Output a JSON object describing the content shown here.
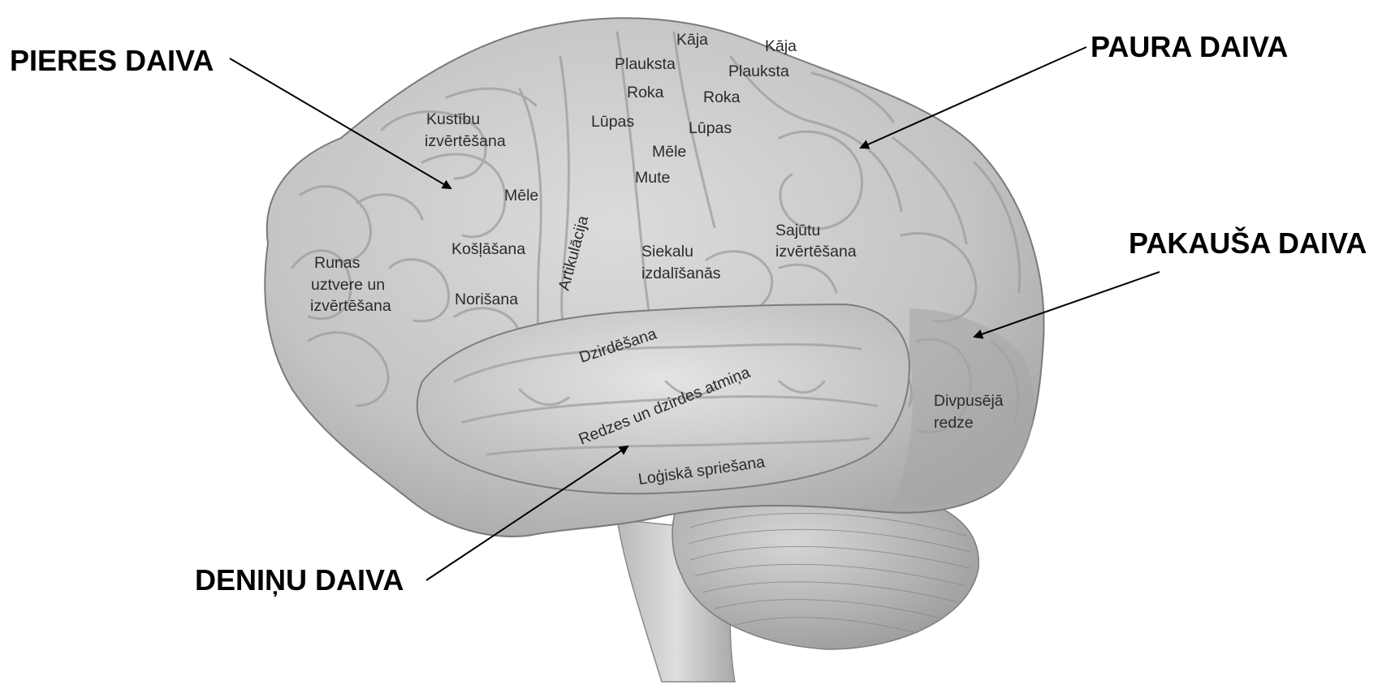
{
  "lobe_labels": {
    "frontal": "PIERES DAIVA",
    "parietal": "PAURA DAIVA",
    "occipital": "PAKAUŠA DAIVA",
    "temporal": "DENIŅU DAIVA"
  },
  "region_labels": {
    "kaja_motor": "Kāja",
    "kaja_sensory": "Kāja",
    "plauksta_motor": "Plauksta",
    "plauksta_sensory": "Plauksta",
    "roka_motor": "Roka",
    "roka_sensory": "Roka",
    "lupas_motor": "Lūpas",
    "lupas_sensory": "Lūpas",
    "mele_sensory": "Mēle",
    "mute": "Mute",
    "kustibu_1": "Kustību",
    "kustibu_2": "izvērtēšana",
    "mele_motor": "Mēle",
    "artikulacija": "Artikulācija",
    "kosljasana": "Košļāšana",
    "runas_1": "Runas",
    "runas_2": "uztvere un",
    "runas_3": "izvērtēšana",
    "norisana": "Norišana",
    "siekalu_1": "Siekalu",
    "siekalu_2": "izdalīšanās",
    "sajutu_1": "Sajūtu",
    "sajutu_2": "izvērtēšana",
    "dzirdesana": "Dzirdēšana",
    "redzes_dzirdes": "Redzes un dzirdes atmiņa",
    "logiska": "Loģiskā spriešana",
    "divpuseja_1": "Divpusējā",
    "divpuseja_2": "redze"
  },
  "colors": {
    "lobe_text": "#000000",
    "region_text": "#2b2b2b",
    "brain_fill": "#c8c8c8",
    "brain_dark": "#8f8f8f",
    "background": "#ffffff"
  }
}
